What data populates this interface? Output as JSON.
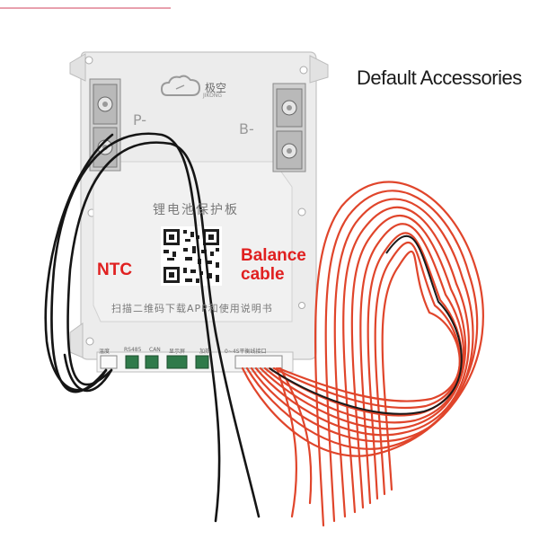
{
  "heading": "Default Accessories",
  "callouts": {
    "ntc": "NTC",
    "balance_line1": "Balance",
    "balance_line2": "cable"
  },
  "board": {
    "brand": "极空",
    "brand_sub": "JIKONG",
    "title": "锂电池保护板",
    "scan_text": "扫描二维码下载APP和使用说明书",
    "terminal_p": "P-",
    "terminal_b": "B-",
    "ports": [
      "温度",
      "RS485",
      "CAN",
      "显示屏",
      "加热",
      "0~4S平衡线接口"
    ]
  },
  "colors": {
    "callout": "#e02020",
    "wire_red": "#e0452b",
    "wire_black": "#151515",
    "board": "#e9e9ea"
  }
}
